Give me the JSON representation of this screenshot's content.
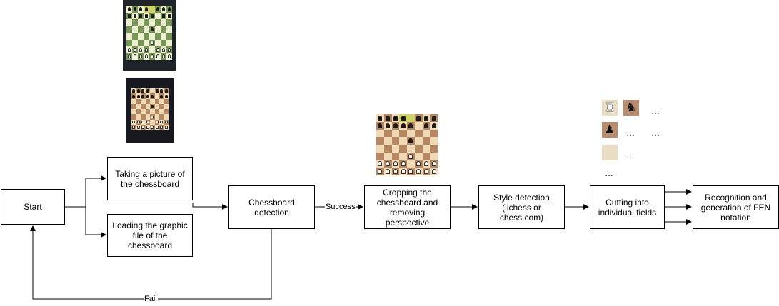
{
  "nodes": {
    "start": "Start",
    "take_picture": "Taking a picture of the chessboard",
    "load_file": "Loading the graphic file of the chessboard",
    "detection": "Chessboard detection",
    "cropping": "Cropping the chessboard and removing perspective",
    "style": "Style detection (lichess or chess.com)",
    "cutting": "Cutting into individual fields",
    "recognition": "Recognition and generation of FEN notation"
  },
  "edges": {
    "success": "Success",
    "fail": "Fail"
  },
  "fields_examples": {
    "ellipsis": "…"
  },
  "icons": {
    "rook": "white-rook-icon",
    "knight": "black-knight-icon",
    "pawn": "black-pawn-icon"
  },
  "colors": {
    "lichess_green_light": "#eeeed2",
    "lichess_green_dark": "#769656",
    "brown_light": "#f0d9b5",
    "brown_dark": "#b58863",
    "highlight": "#cdd26a"
  }
}
